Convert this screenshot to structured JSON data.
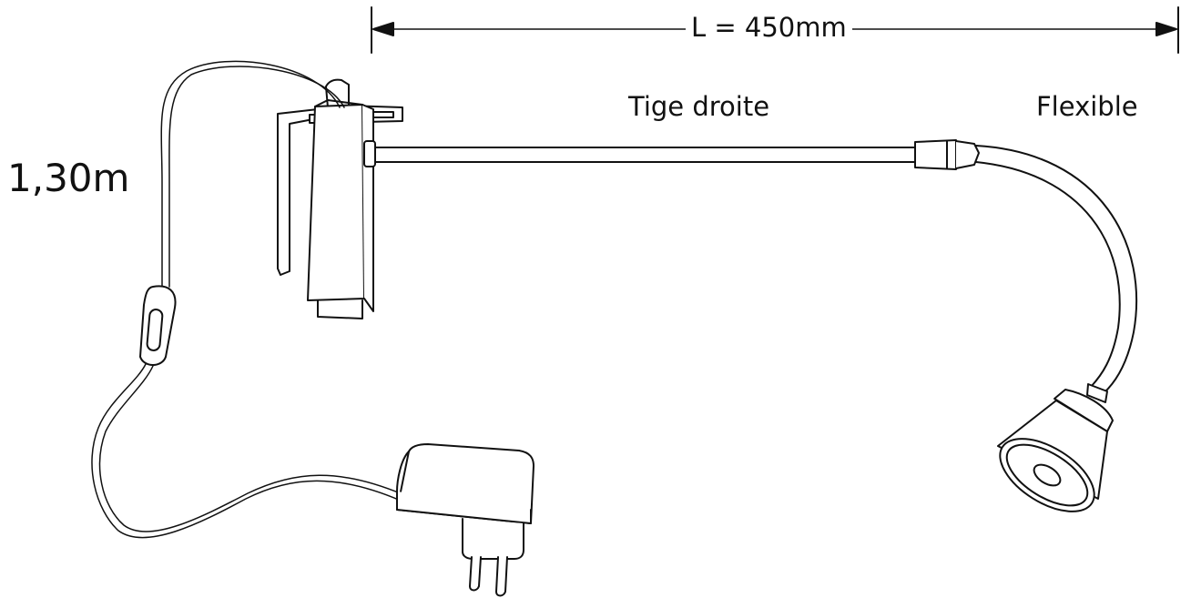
{
  "diagram": {
    "length_label": "L = 450mm",
    "rod_label": "Tige droite",
    "flexible_label": "Flexible",
    "cord_length_label": "1,30m",
    "colors": {
      "line": "#111111",
      "background": "#ffffff"
    }
  }
}
